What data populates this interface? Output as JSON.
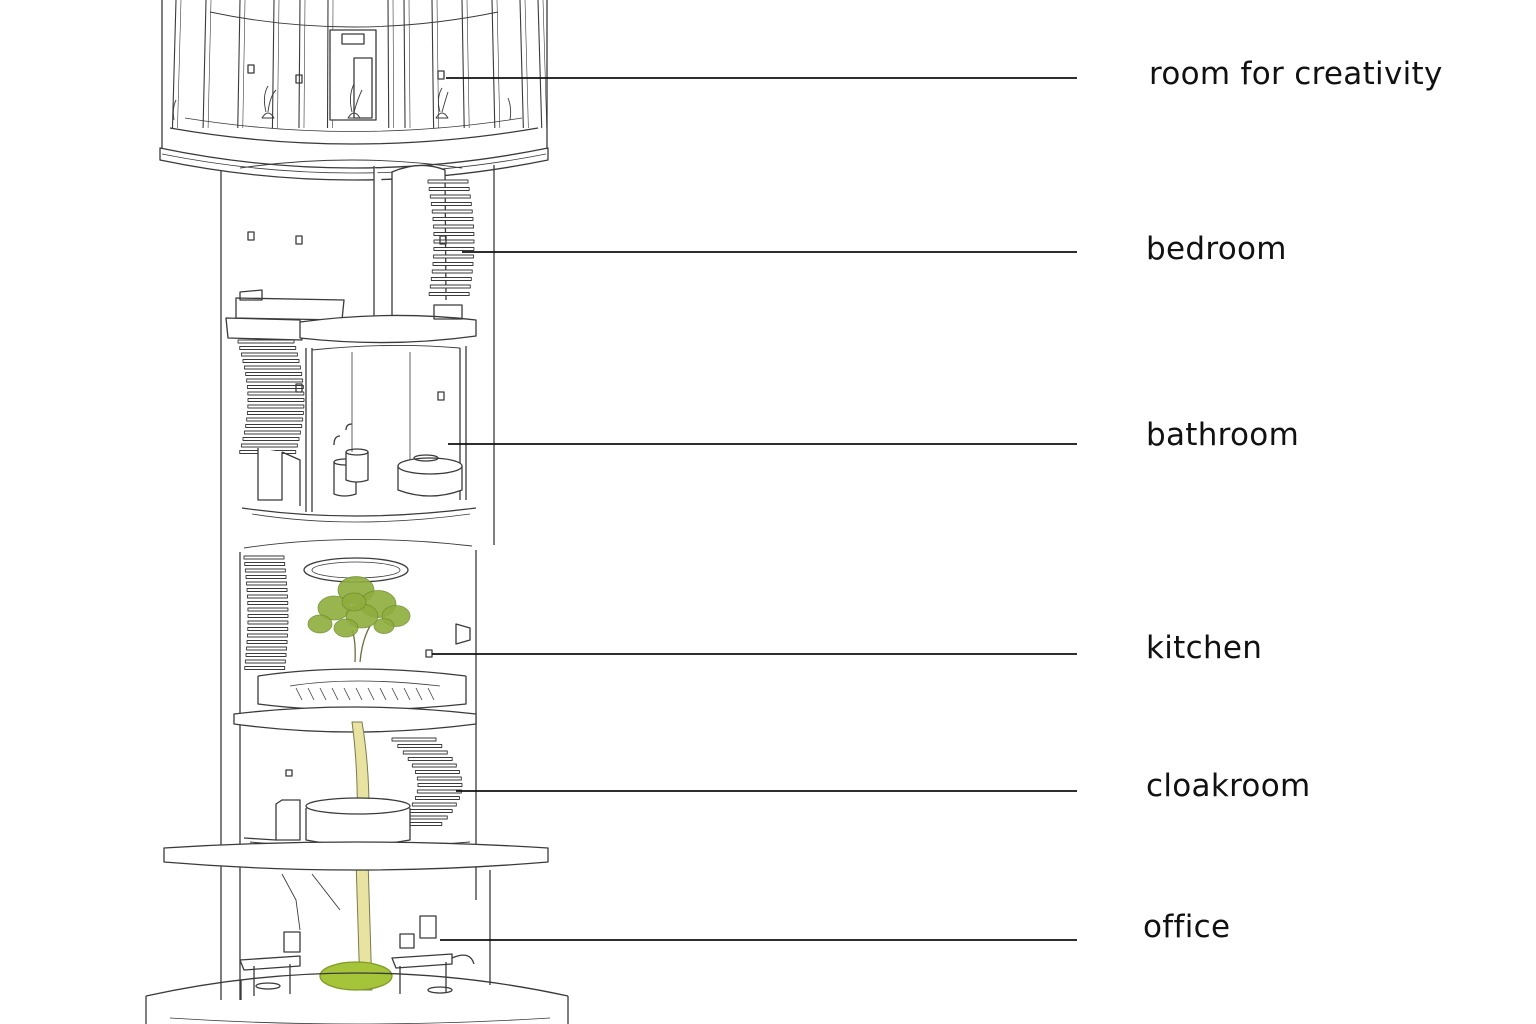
{
  "callouts": [
    {
      "key": "creativity",
      "text": "room for creativity"
    },
    {
      "key": "bedroom",
      "text": "bedroom"
    },
    {
      "key": "bathroom",
      "text": "bathroom"
    },
    {
      "key": "kitchen",
      "text": "kitchen"
    },
    {
      "key": "cloakroom",
      "text": "cloakroom"
    },
    {
      "key": "office",
      "text": "office"
    }
  ],
  "colors": {
    "ink": "#3a3a3a",
    "leader": "#111111",
    "foliage": "#8fae3e",
    "foliage_dark": "#6d8c2a",
    "trunk": "#e8e3a0",
    "grass": "#a6c43a"
  }
}
